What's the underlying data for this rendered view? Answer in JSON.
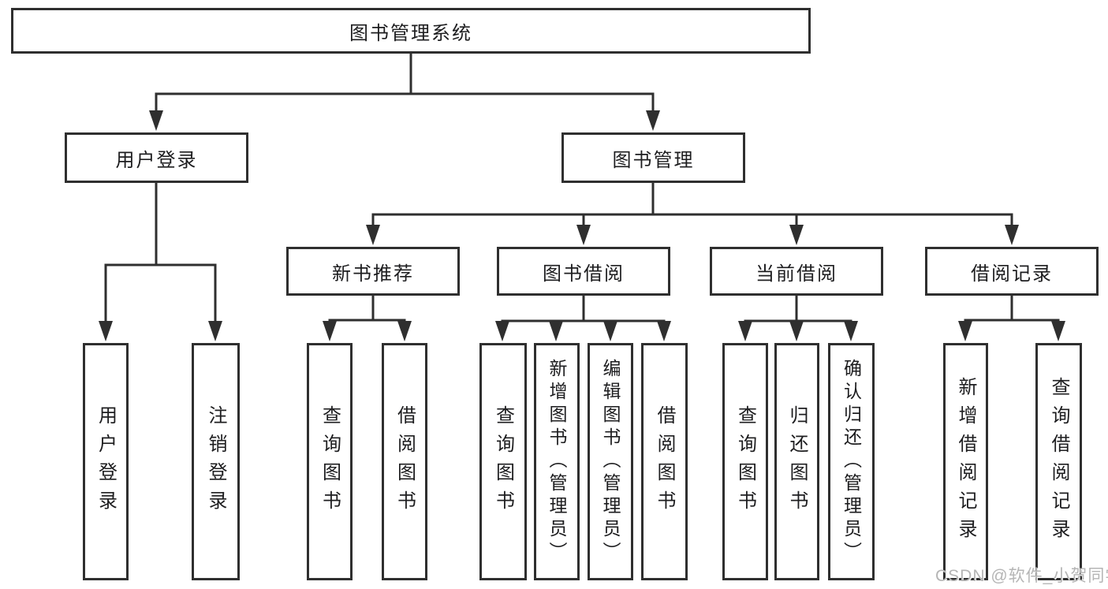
{
  "diagram": {
    "type": "hierarchy-diagram",
    "watermark": "CSDN @软件_小贺同学",
    "colors": {
      "line": "#2f2f2f",
      "text": "#1d1d1f",
      "background": "#ffffff",
      "watermark": "#b5b5b5"
    },
    "root": {
      "label": "图书管理系统"
    },
    "branches": [
      {
        "label": "用户登录",
        "children": [
          {
            "label": "用户登录"
          },
          {
            "label": "注销登录"
          }
        ]
      },
      {
        "label": "图书管理",
        "children": [
          {
            "label": "新书推荐",
            "children": [
              {
                "label": "查询图书"
              },
              {
                "label": "借阅图书"
              }
            ]
          },
          {
            "label": "图书借阅",
            "children": [
              {
                "label": "查询图书"
              },
              {
                "label": "新增图书（管理员）"
              },
              {
                "label": "编辑图书（管理员）"
              },
              {
                "label": "借阅图书"
              }
            ]
          },
          {
            "label": "当前借阅",
            "children": [
              {
                "label": "查询图书"
              },
              {
                "label": "归还图书"
              },
              {
                "label": "确认归还（管理员）"
              }
            ]
          },
          {
            "label": "借阅记录",
            "children": [
              {
                "label": "新增借阅记录"
              },
              {
                "label": "查询借阅记录"
              }
            ]
          }
        ]
      }
    ]
  }
}
